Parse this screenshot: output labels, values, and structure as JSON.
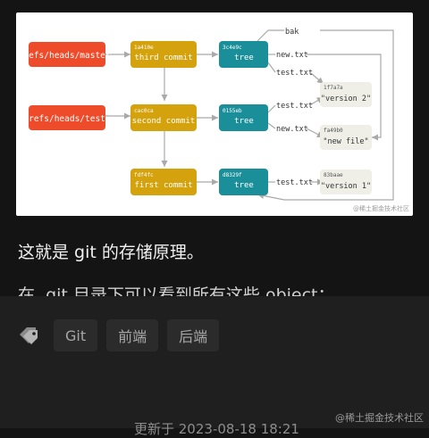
{
  "diagram": {
    "refs": [
      {
        "label": "refs/heads/master",
        "color": "#ee4b2b"
      },
      {
        "label": "refs/heads/test",
        "color": "#ee4b2b"
      }
    ],
    "commits": [
      {
        "hash": "1a410e",
        "label": "third commit"
      },
      {
        "hash": "cac0ca",
        "label": "second commit"
      },
      {
        "hash": "fdf4fc",
        "label": "first commit"
      }
    ],
    "trees": [
      {
        "hash": "3c4e9c",
        "label": "tree"
      },
      {
        "hash": "0155eb",
        "label": "tree"
      },
      {
        "hash": "d8329f",
        "label": "tree"
      }
    ],
    "blobs": [
      {
        "hash": "1f7a7a",
        "label": "\"version 2\""
      },
      {
        "hash": "fa49b0",
        "label": "\"new file\""
      },
      {
        "hash": "83baae",
        "label": "\"version 1\""
      }
    ],
    "edge_labels": {
      "bak": "bak",
      "new_txt_1": "new.txt",
      "test_txt_1": "test.txt",
      "test_txt_2": "test.txt",
      "new_txt_2": "new.txt",
      "test_txt_3": "test.txt"
    },
    "watermark": "@稀土掘金技术社区",
    "colors": {
      "ref": "#ee4b2b",
      "commit": "#d4a20c",
      "tree": "#1a8f99",
      "blob": "#efefe8",
      "edge": "#a9a9a9"
    }
  },
  "article": {
    "line1": "这就是 git 的存储原理。",
    "line2": "在 .git 目录下可以看到所有这些 object："
  },
  "tags": [
    "Git",
    "前端",
    "后端"
  ],
  "footer": {
    "updated": "更新于 2023-08-18 18:21",
    "watermark": "@稀土掘金技术社区"
  }
}
